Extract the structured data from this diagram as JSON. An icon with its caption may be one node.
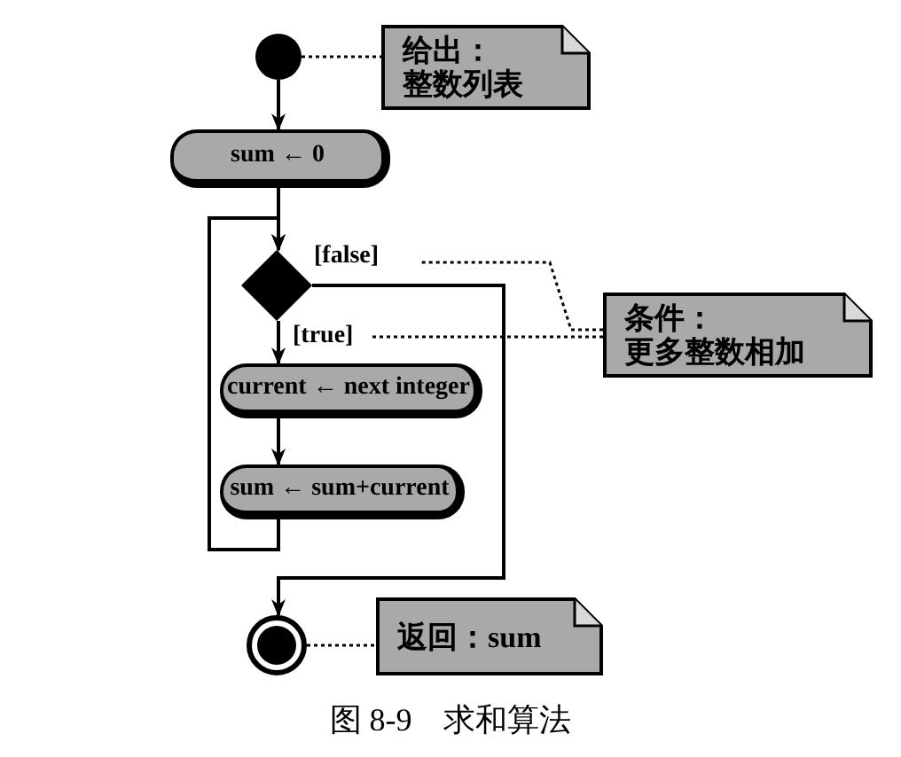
{
  "diagram": {
    "caption": "图 8-9　求和算法",
    "nodes": [
      {
        "text": [],
        "shape": "circle"
      },
      {
        "text": [
          "给出：",
          "整数列表"
        ]
      },
      {
        "text": [
          "sum ← 0"
        ]
      },
      {
        "text": [],
        "shape": "diamond"
      },
      {
        "text": [
          "current ← next integer"
        ]
      },
      {
        "text": [
          "sum ← sum+current"
        ]
      },
      {
        "text": [],
        "shape": "circle"
      },
      {
        "text": [
          "条件：",
          "更多整数相加"
        ]
      },
      {
        "text": [
          "返回：sum"
        ]
      }
    ],
    "edges": [
      {
        "from": 0,
        "to": 1,
        "arrow": "none",
        "style": "dashed"
      },
      {
        "from": 0,
        "to": 2,
        "arrow": "to"
      },
      {
        "from": 2,
        "to": 3,
        "arrow": "to"
      },
      {
        "from": 3,
        "to": 4,
        "arrow": "to",
        "label": "[true]"
      },
      {
        "from": 4,
        "to": 5,
        "arrow": "to"
      },
      {
        "from": 5,
        "to": 3,
        "arrow": "to"
      },
      {
        "from": 3,
        "to": 6,
        "arrow": "to",
        "label": "[false]"
      },
      {
        "from": 7,
        "to": null,
        "arrow": "none",
        "style": "dashed"
      },
      {
        "from": 7,
        "to": null,
        "arrow": "none",
        "style": "dashed"
      },
      {
        "from": 6,
        "to": 8,
        "arrow": "none",
        "style": "dashed"
      }
    ]
  }
}
